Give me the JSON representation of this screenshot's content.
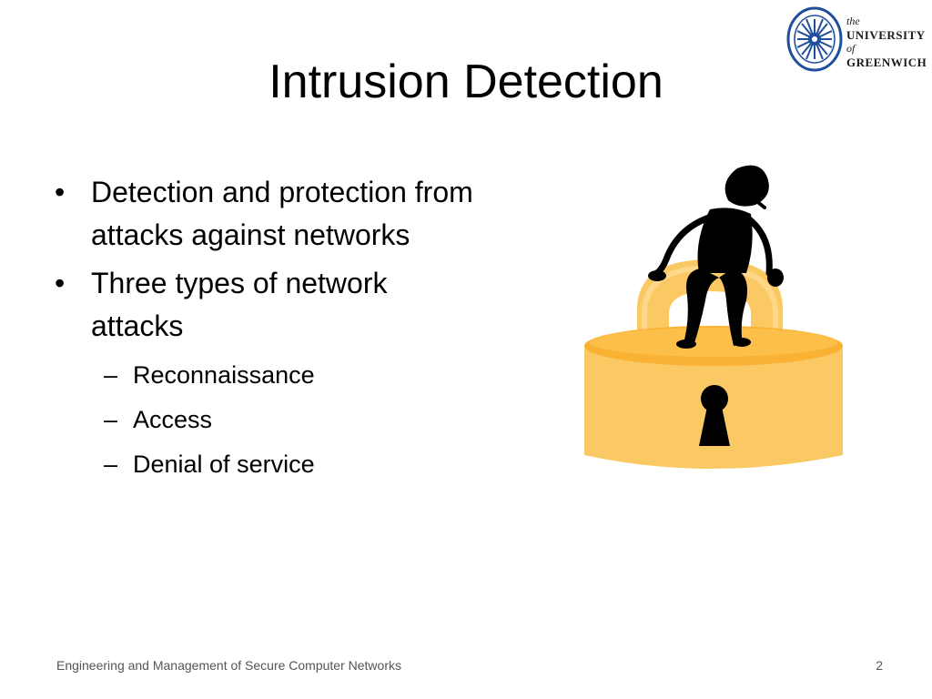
{
  "slide": {
    "title": "Intrusion Detection",
    "bullets": [
      {
        "text": "Detection and protection from attacks against networks"
      },
      {
        "text": "Three types of network attacks"
      }
    ],
    "sub_bullets": [
      {
        "text": "Reconnaissance"
      },
      {
        "text": "Access"
      },
      {
        "text": "Denial of service"
      }
    ],
    "bullet_marker": "•",
    "sub_marker": "–"
  },
  "logo": {
    "line1": "the",
    "line2": "UNIVERSITY",
    "line3": "of",
    "line4": "GREENWICH",
    "seal_color": "#1f4e9c"
  },
  "illustration": {
    "icon": "padlock-with-figure-icon",
    "lock_color": "#fbc964",
    "figure_color": "#000000"
  },
  "footer": {
    "course": "Engineering and Management of Secure Computer Networks",
    "page_number": "2"
  }
}
